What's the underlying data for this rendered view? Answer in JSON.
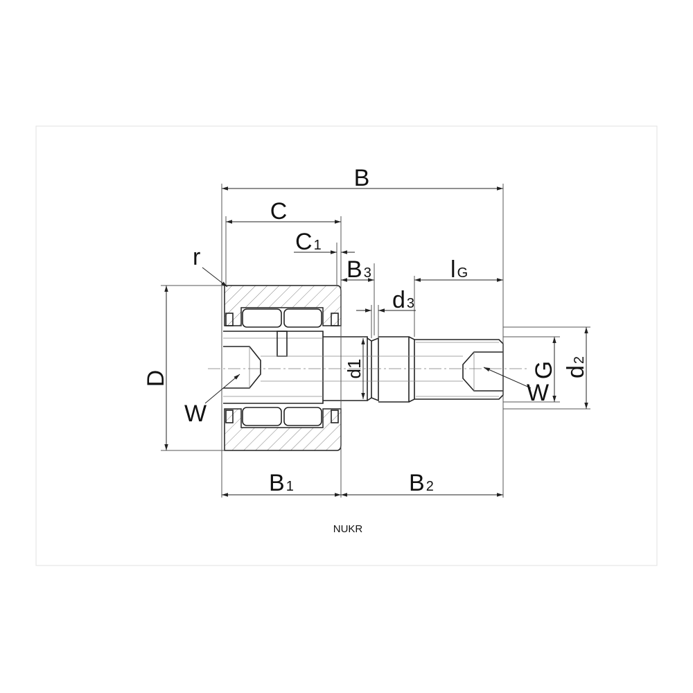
{
  "drawing": {
    "caption": "NUKR",
    "labels": {
      "B": "B",
      "C": "C",
      "C1_main": "C",
      "C1_sub": "1",
      "B3_main": "B",
      "B3_sub": "3",
      "lG_main": "l",
      "lG_sub": "G",
      "d3_main": "d",
      "d3_sub": "3",
      "r": "r",
      "D": "D",
      "W_left": "W",
      "d1": "d1",
      "W_right": "W",
      "G": "G",
      "d2_main": "d",
      "d2_sub": "2",
      "B1_main": "B",
      "B1_sub": "1",
      "B2_main": "B",
      "B2_sub": "2"
    }
  }
}
